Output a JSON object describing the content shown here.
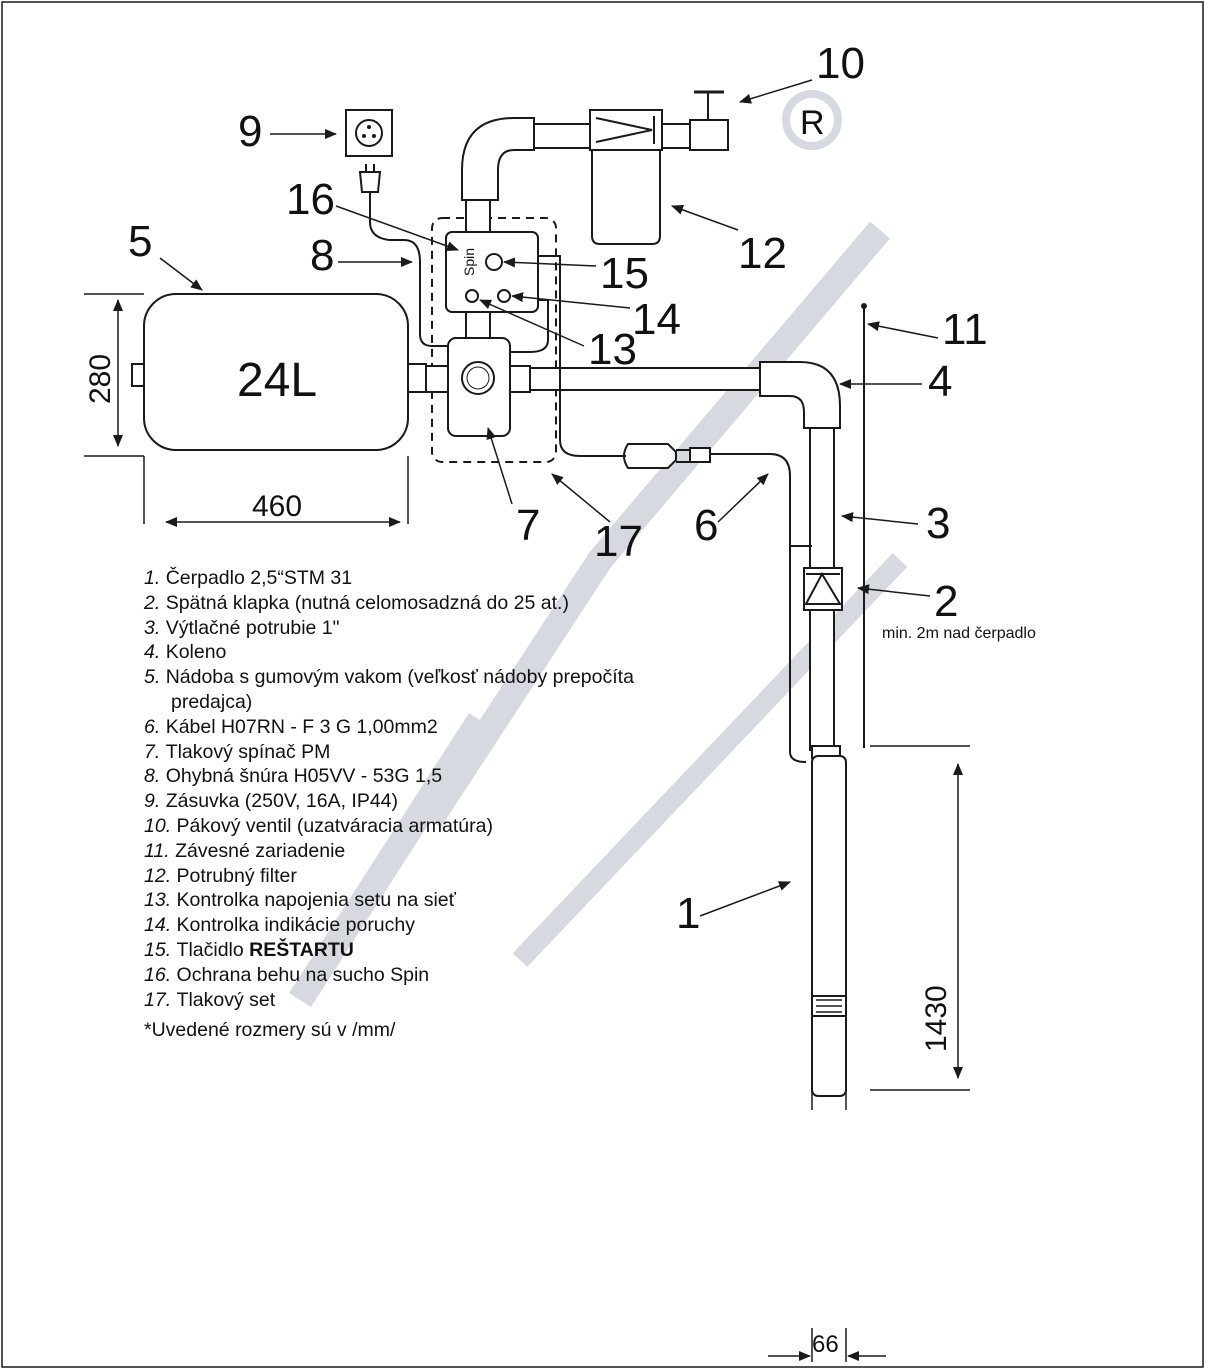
{
  "callouts": {
    "c1": "1",
    "c2": "2",
    "c3": "3",
    "c4": "4",
    "c5": "5",
    "c6": "6",
    "c7": "7",
    "c8": "8",
    "c9": "9",
    "c10": "10",
    "c11": "11",
    "c12": "12",
    "c13": "13",
    "c14": "14",
    "c15": "15",
    "c16": "16",
    "c17": "17"
  },
  "tank_label": "24L",
  "spin_label": "Spin",
  "check_valve_note": "min. 2m nad čerpadlo",
  "dimensions": {
    "tank_height": "280",
    "tank_width": "460",
    "pump_length": "1430",
    "pump_diameter": "66"
  },
  "legend": {
    "items": [
      {
        "num": "1.",
        "text": "Čerpadlo 2,5“STM 31"
      },
      {
        "num": "2.",
        "text": "Spätná klapka (nutná celomosadzná do 25 at.)"
      },
      {
        "num": "3.",
        "text": "Výtlačné potrubie 1\""
      },
      {
        "num": "4.",
        "text": "Koleno"
      },
      {
        "num": "5.",
        "text": "Nádoba s gumovým vakom (veľkosť nádoby prepočíta",
        "cont": "predajca)"
      },
      {
        "num": "6.",
        "text": "Kábel H07RN - F 3 G 1,00mm2"
      },
      {
        "num": "7.",
        "text": "Tlakový spínač PM"
      },
      {
        "num": "8.",
        "text": "Ohybná šnúra H05VV - 53G 1,5"
      },
      {
        "num": "9.",
        "text": "Zásuvka (250V, 16A, IP44)"
      },
      {
        "num": "10.",
        "text": "Pákový ventil (uzatváracia armatúra)"
      },
      {
        "num": "11.",
        "text": "Závesné zariadenie"
      },
      {
        "num": "12.",
        "text": "Potrubný filter"
      },
      {
        "num": "13.",
        "text": "Kontrolka napojenia setu na sieť"
      },
      {
        "num": "14.",
        "text": "Kontrolka indikácie poruchy"
      },
      {
        "num": "15.",
        "text": "Tlačidlo ",
        "bold": "REŠTARTU"
      },
      {
        "num": "16.",
        "text": "Ochrana behu na sucho Spin"
      },
      {
        "num": "17.",
        "text": "Tlakový set"
      }
    ],
    "footnote": "*Uvedené rozmery sú v /mm/"
  },
  "colors": {
    "line": "#1a1a1a",
    "watermark": "#d6d9df",
    "background": "#ffffff"
  }
}
